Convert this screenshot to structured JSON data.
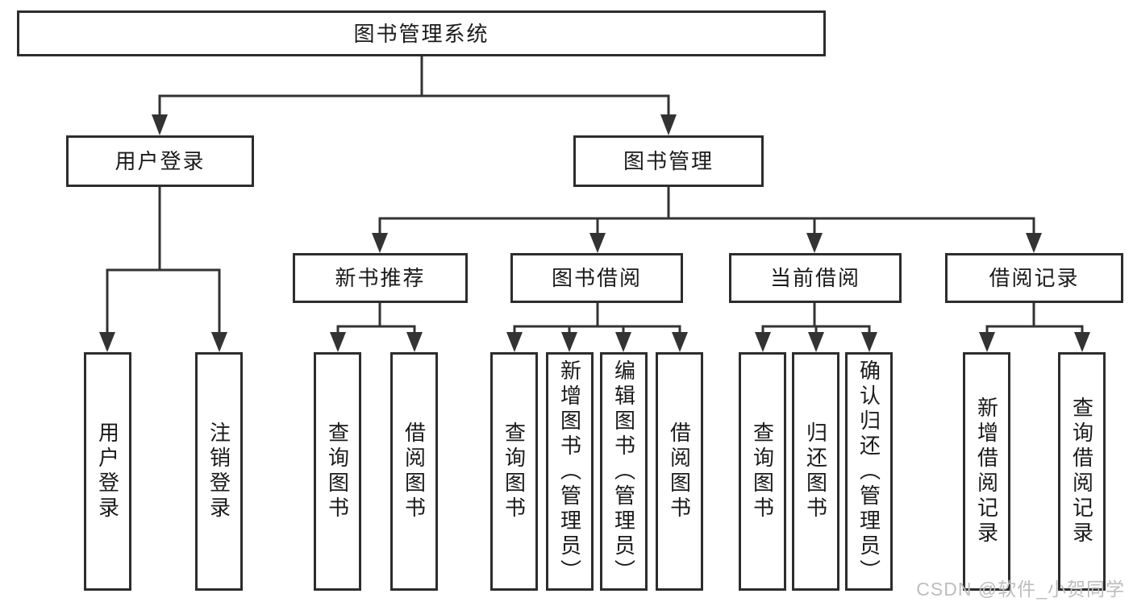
{
  "tree": {
    "label": "图书管理系统",
    "children": [
      {
        "label": "用户登录",
        "children": [
          "用户登录",
          "注销登录"
        ]
      },
      {
        "label": "图书管理",
        "children": [
          {
            "label": "新书推荐",
            "children": [
              "查询图书",
              "借阅图书"
            ]
          },
          {
            "label": "图书借阅",
            "children": [
              "查询图书",
              "新增图书（管理员）",
              "编辑图书（管理员）",
              "借阅图书"
            ]
          },
          {
            "label": "当前借阅",
            "children": [
              "查询图书",
              "归还图书",
              "确认归还（管理员）"
            ]
          },
          {
            "label": "借阅记录",
            "children": [
              "新增借阅记录",
              "查询借阅记录"
            ]
          }
        ]
      }
    ]
  },
  "watermark": "CSDN @软件_小贺同学",
  "colors": {
    "line": "#333333",
    "border": "#2d2d2d",
    "text": "#1a1a1a",
    "watermark": "#bdbdbd",
    "background": "#ffffff"
  }
}
